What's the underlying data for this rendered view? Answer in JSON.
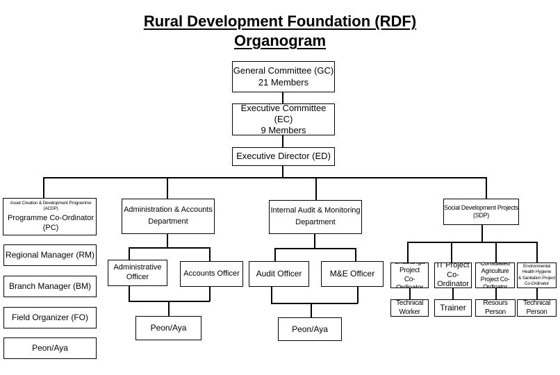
{
  "title": "Rural Development Foundation (RDF)",
  "subtitle": "Organogram",
  "nodes": {
    "gc": {
      "line1": "General Committee (GC)",
      "line2": "21 Members"
    },
    "ec": {
      "line1": "Executive Committee (EC)",
      "line2": "9 Members"
    },
    "ed": {
      "line1": "Executive Director (ED)"
    },
    "acdp": {
      "line1": "Asset Creation & Development Programme (ACDP)",
      "line2": "Programme Co-Ordinator (PC)"
    },
    "rm": {
      "line1": "Regional Manager (RM)"
    },
    "bm": {
      "line1": "Branch Manager (BM)"
    },
    "fo": {
      "line1": "Field Organizer (FO)"
    },
    "peon_acdp": {
      "line1": "Peon/Aya"
    },
    "admin_dept": {
      "line1": "Administration & Accounts",
      "line2": "Department"
    },
    "admin_officer": {
      "line1": "Administrative Officer"
    },
    "accounts_officer": {
      "line1": "Accounts Officer"
    },
    "peon_admin": {
      "line1": "Peon/Aya"
    },
    "audit_dept": {
      "line1": "Internal Audit & Monitoring",
      "line2": "Department"
    },
    "audit_officer": {
      "line1": "Audit Officer"
    },
    "me_officer": {
      "line1": "M&E Officer"
    },
    "peon_audit": {
      "line1": "Peon/Aya"
    },
    "sdp": {
      "line1": "Social Development Projects (SDP)"
    },
    "shatranga": {
      "line1": "Shatranga Project",
      "line2": "Co-Ordinator"
    },
    "it_project": {
      "line1": "IT Project",
      "line2": "Co-Ordinator"
    },
    "agri_project": {
      "line1": "Consulated Agriculture",
      "line2": "Project Co-Ordinator"
    },
    "env_project": {
      "line1": "Environmental Health Hygiene",
      "line2": "& Sanitation Project Co-Ordinator"
    },
    "technical_worker": {
      "line1": "Technical Worker"
    },
    "trainer": {
      "line1": "Trainer"
    },
    "resource_person": {
      "line1": "Resours Person"
    },
    "technical_person": {
      "line1": "Technical Person"
    }
  }
}
